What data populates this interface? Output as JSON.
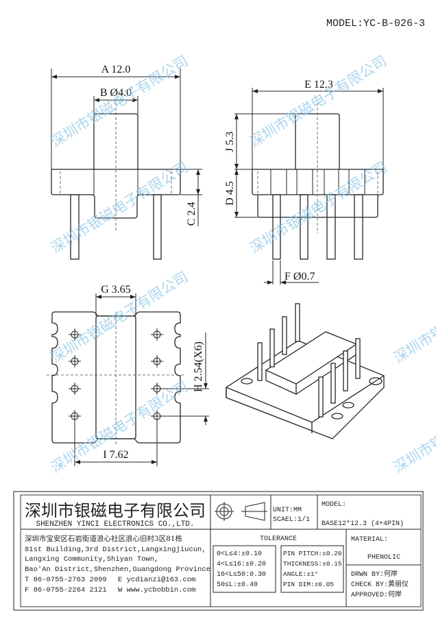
{
  "model_header": "MODEL:YC-B-026-3",
  "watermark": "深圳市银磁电子有限公司",
  "dimensions": {
    "a": "A 12.0",
    "b": "B Ø4.0",
    "c": "C 2.4",
    "e": "E 12.3",
    "j": "J 5.3",
    "d": "D 4.5",
    "f": "F Ø0.7",
    "g": "G 3.65",
    "h": "H 2.54(X6)",
    "i": "I 7.62"
  },
  "title_block": {
    "company_cn": "深圳市银磁电子有限公司",
    "company_en": "SHENZHEN YINCI ELECTRONICS CO.,LTD.",
    "address_lines": [
      "深圳市宝安区石岩街道浪心社区浪心旧村3区81栋",
      "81st Building,3rd District,Langxingjiucun,",
      "Langxing Community,Shiyan Town,",
      "Bao'An District,Shenzhen,Guangdong Province"
    ],
    "tel": "T 86-0755-2763 2099",
    "email": "E ycdianzi@163.com",
    "fax": "F 86-0755-2264 2121",
    "web": "W www.ycbobbin.com",
    "unit": "UNIT:MM",
    "scale": "SCAEL:1/1",
    "model_label": "MODEL:",
    "model_value": "BASE12*12.3 (4+4PIN)",
    "tolerance_title": "TOLERANCE",
    "tolerance_left": [
      "0<L≤4:±0.10",
      "4<L≤16:±0.20",
      "16<L≤50:0.30",
      "50≤L:±0.40"
    ],
    "tolerance_right": [
      "PIN PITCH:±0.20",
      "THICKNESS:±0.15",
      "ANGLE:±1°",
      "PIN DIM:±0.05"
    ],
    "material_label": "MATERIAL:",
    "material_value": "PHENOLIC",
    "drawn_by": "DRWN BY:何岸",
    "check_by": "CHECK BY:黄丽仪",
    "approved": "APPROVED:何岸"
  }
}
